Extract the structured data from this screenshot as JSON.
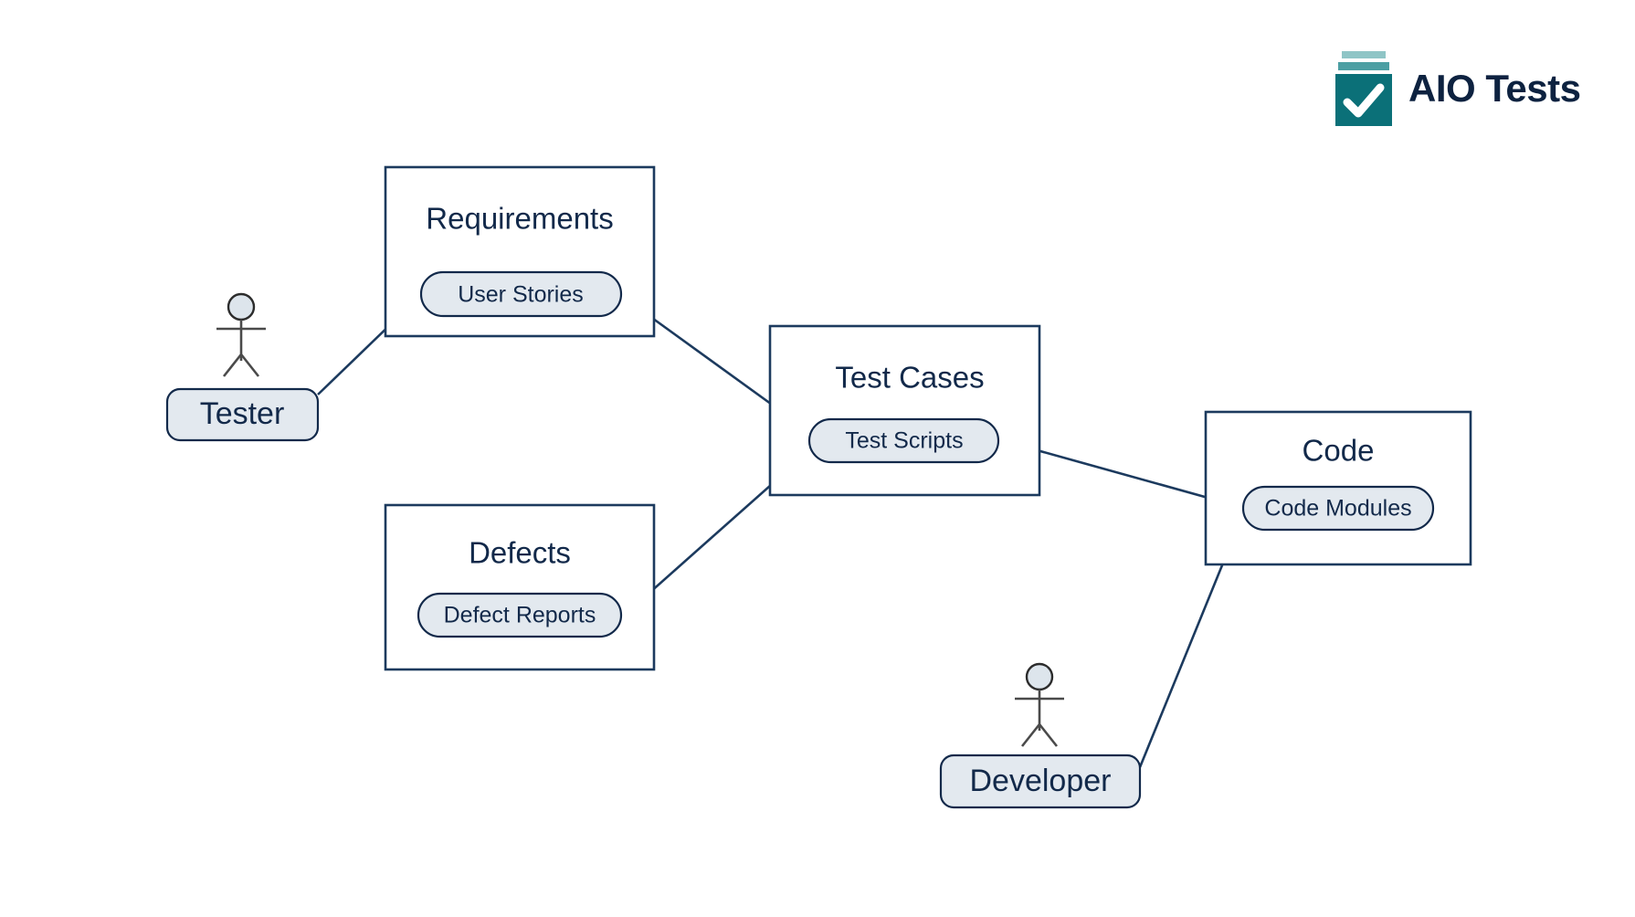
{
  "brand": {
    "name": "AIO Tests",
    "logo_icon": "checkmark-stack-icon",
    "colors": {
      "logo_body": "#0b7078",
      "logo_bar_mid": "#4c9fa3",
      "logo_bar_top": "#8fc5c6",
      "check": "#ffffff",
      "text": "#0d2240"
    }
  },
  "diagram": {
    "type": "traceability-diagram",
    "colors": {
      "box_border": "#1c3a5e",
      "box_fill": "#ffffff",
      "pill_fill": "#e3e9ef",
      "pill_border": "#12294a",
      "line": "#1c3a5e",
      "text": "#12294a",
      "background": "#ffffff"
    },
    "boxes": [
      {
        "id": "requirements",
        "title": "Requirements",
        "item": "User Stories"
      },
      {
        "id": "test-cases",
        "title": "Test Cases",
        "item": "Test Scripts"
      },
      {
        "id": "defects",
        "title": "Defects",
        "item": "Defect Reports"
      },
      {
        "id": "code",
        "title": "Code",
        "item": "Code Modules"
      }
    ],
    "actors": [
      {
        "id": "tester",
        "label": "Tester"
      },
      {
        "id": "developer",
        "label": "Developer"
      }
    ],
    "connections": [
      {
        "from": "Tester",
        "to": "User Stories"
      },
      {
        "from": "User Stories",
        "to": "Test Scripts"
      },
      {
        "from": "Defect Reports",
        "to": "Test Scripts"
      },
      {
        "from": "Test Scripts",
        "to": "Code Modules"
      },
      {
        "from": "Developer",
        "to": "Code Modules"
      }
    ]
  }
}
